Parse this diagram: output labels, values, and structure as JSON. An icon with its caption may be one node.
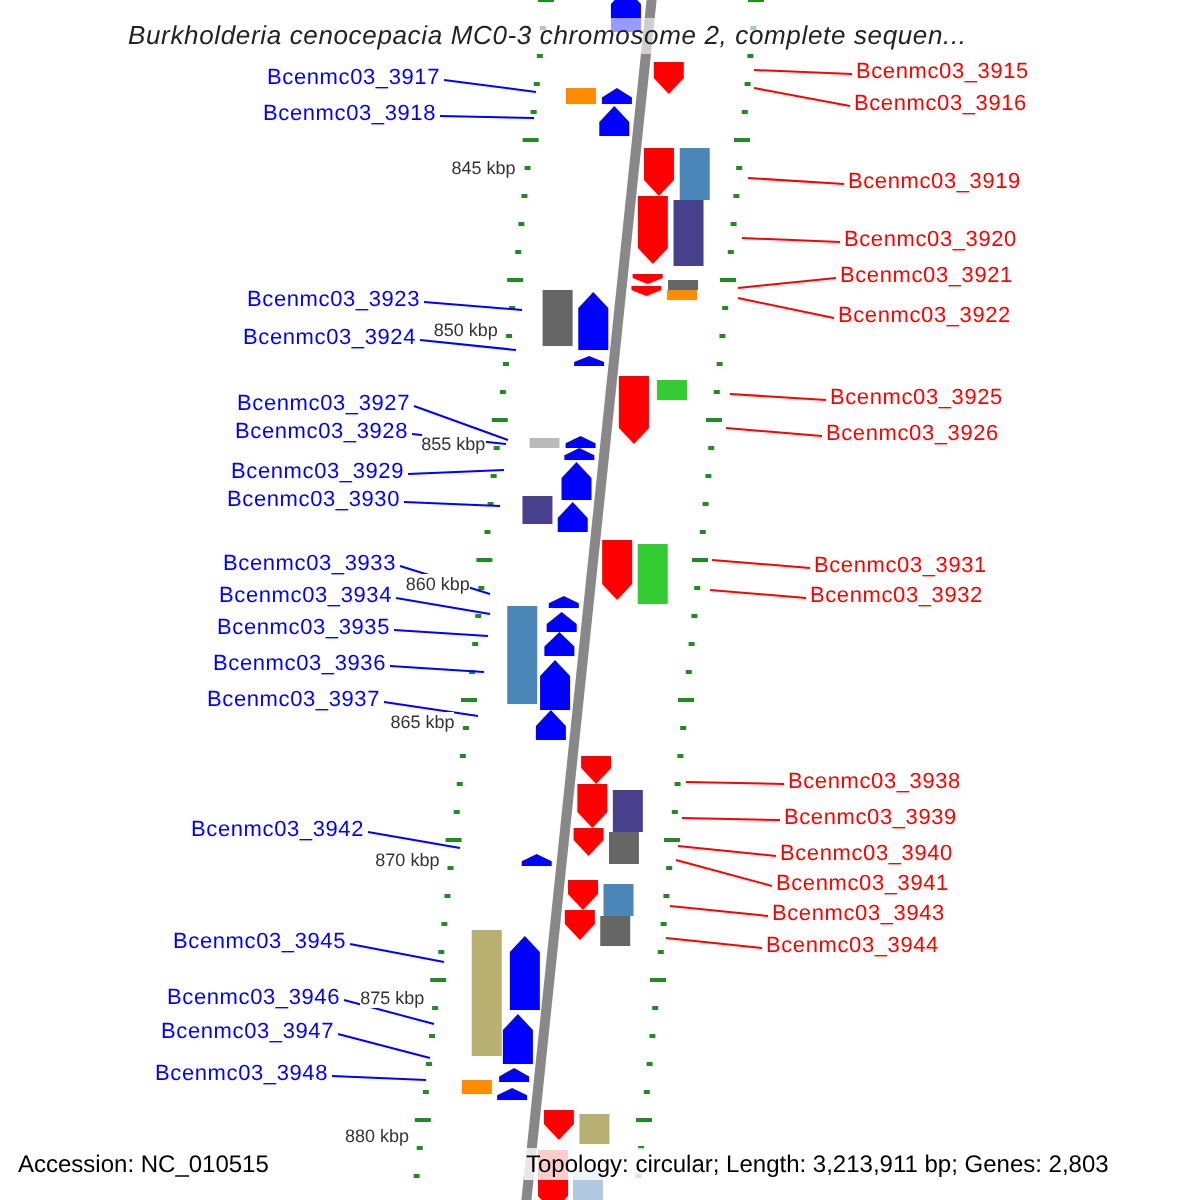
{
  "diagram": {
    "title": "Burkholderia cenocepacia MC0-3 chromosome 2, complete sequen...",
    "nodes": [
      {
        "text": [
          "Bcenmc03_3915"
        ]
      },
      {
        "text": [
          "Bcenmc03_3916"
        ]
      },
      {
        "text": [
          "Bcenmc03_3917"
        ]
      },
      {
        "text": [
          "Bcenmc03_3918"
        ]
      },
      {
        "text": [
          "Bcenmc03_3919"
        ]
      },
      {
        "text": [
          "Bcenmc03_3920"
        ]
      },
      {
        "text": [
          "Bcenmc03_3921"
        ]
      },
      {
        "text": [
          "Bcenmc03_3922"
        ]
      },
      {
        "text": [
          "Bcenmc03_3923"
        ]
      },
      {
        "text": [
          "Bcenmc03_3924"
        ]
      },
      {
        "text": [
          "Bcenmc03_3925"
        ]
      },
      {
        "text": [
          "Bcenmc03_3926"
        ]
      },
      {
        "text": [
          "Bcenmc03_3927"
        ]
      },
      {
        "text": [
          "Bcenmc03_3928"
        ]
      },
      {
        "text": [
          "Bcenmc03_3929"
        ]
      },
      {
        "text": [
          "Bcenmc03_3930"
        ]
      },
      {
        "text": [
          "Bcenmc03_3931"
        ]
      },
      {
        "text": [
          "Bcenmc03_3932"
        ]
      },
      {
        "text": [
          "Bcenmc03_3933"
        ]
      },
      {
        "text": [
          "Bcenmc03_3934"
        ]
      },
      {
        "text": [
          "Bcenmc03_3935"
        ]
      },
      {
        "text": [
          "Bcenmc03_3936"
        ]
      },
      {
        "text": [
          "Bcenmc03_3937"
        ]
      },
      {
        "text": [
          "Bcenmc03_3938"
        ]
      },
      {
        "text": [
          "Bcenmc03_3939"
        ]
      },
      {
        "text": [
          "Bcenmc03_3940"
        ]
      },
      {
        "text": [
          "Bcenmc03_3941"
        ]
      },
      {
        "text": [
          "Bcenmc03_3942"
        ]
      },
      {
        "text": [
          "Bcenmc03_3943"
        ]
      },
      {
        "text": [
          "Bcenmc03_3944"
        ]
      },
      {
        "text": [
          "Bcenmc03_3945"
        ]
      },
      {
        "text": [
          "Bcenmc03_3946"
        ]
      },
      {
        "text": [
          "Bcenmc03_3947"
        ]
      },
      {
        "text": [
          "Bcenmc03_3948"
        ]
      }
    ],
    "edges": [
      {
        "from": 0,
        "to": null,
        "arrow": "none",
        "color": "#ff0000"
      },
      {
        "from": 1,
        "to": null,
        "arrow": "none",
        "color": "#ff0000"
      },
      {
        "from": 2,
        "to": null,
        "arrow": "none"
      },
      {
        "from": 3,
        "to": null,
        "arrow": "none"
      },
      {
        "from": 4,
        "to": null,
        "arrow": "none",
        "color": "#ff0000"
      },
      {
        "from": 5,
        "to": null,
        "arrow": "none",
        "color": "#ff0000"
      },
      {
        "from": 6,
        "to": null,
        "arrow": "none",
        "color": "#ff0000"
      },
      {
        "from": 7,
        "to": null,
        "arrow": "none",
        "color": "#ff0000"
      },
      {
        "from": 8,
        "to": null,
        "arrow": "none"
      },
      {
        "from": 9,
        "to": null,
        "arrow": "none"
      },
      {
        "from": 10,
        "to": null,
        "arrow": "none",
        "color": "#ff0000"
      },
      {
        "from": 11,
        "to": null,
        "arrow": "none",
        "color": "#ff0000"
      },
      {
        "from": 12,
        "to": null,
        "arrow": "none"
      },
      {
        "from": 13,
        "to": null,
        "arrow": "none"
      },
      {
        "from": 14,
        "to": null,
        "arrow": "none"
      },
      {
        "from": 15,
        "to": null,
        "arrow": "none"
      },
      {
        "from": 16,
        "to": null,
        "arrow": "none",
        "color": "#ff0000"
      },
      {
        "from": 17,
        "to": null,
        "arrow": "none",
        "color": "#ff0000"
      },
      {
        "from": 18,
        "to": null,
        "arrow": "none"
      },
      {
        "from": 19,
        "to": null,
        "arrow": "none"
      },
      {
        "from": 20,
        "to": null,
        "arrow": "none"
      },
      {
        "from": 21,
        "to": null,
        "arrow": "none"
      },
      {
        "from": 22,
        "to": null,
        "arrow": "none"
      },
      {
        "from": 23,
        "to": null,
        "arrow": "none",
        "color": "#ff0000"
      },
      {
        "from": 24,
        "to": null,
        "arrow": "none",
        "color": "#ff0000"
      },
      {
        "from": 25,
        "to": null,
        "arrow": "none",
        "color": "#ff0000"
      },
      {
        "from": 26,
        "to": null,
        "arrow": "none",
        "color": "#ff0000"
      },
      {
        "from": 27,
        "to": null,
        "arrow": "none"
      },
      {
        "from": 28,
        "to": null,
        "arrow": "none",
        "color": "#ff0000"
      },
      {
        "from": 29,
        "to": null,
        "arrow": "none",
        "color": "#ff0000"
      },
      {
        "from": 30,
        "to": null,
        "arrow": "none"
      },
      {
        "from": 31,
        "to": null,
        "arrow": "none"
      },
      {
        "from": 32,
        "to": null,
        "arrow": "none"
      },
      {
        "from": 33,
        "to": null,
        "arrow": "none"
      }
    ],
    "labels": [
      "845 kbp",
      "850 kbp",
      "855 kbp",
      "860 kbp",
      "865 kbp",
      "870 kbp",
      "875 kbp",
      "880 kbp",
      "Accession: NC_010515",
      "Topology: circular; Length: 3,213,911 bp; Genes: 2,803"
    ]
  }
}
